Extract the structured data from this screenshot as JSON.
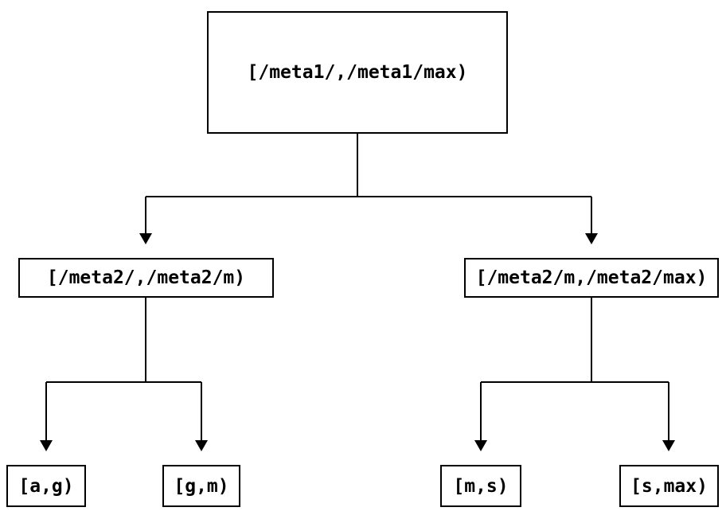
{
  "diagram": {
    "type": "tree",
    "description": "Binary partition tree of key ranges",
    "nodes": {
      "root": {
        "id": "root",
        "label": "[/meta1/,/meta1/max)"
      },
      "mid_left": {
        "id": "mid_left",
        "label": "[/meta2/,/meta2/m)"
      },
      "mid_right": {
        "id": "mid_right",
        "label": "[/meta2/m,/meta2/max)"
      },
      "leaf_ag": {
        "id": "leaf_ag",
        "label": "[a,g)"
      },
      "leaf_gm": {
        "id": "leaf_gm",
        "label": "[g,m)"
      },
      "leaf_ms": {
        "id": "leaf_ms",
        "label": "[m,s)"
      },
      "leaf_smax": {
        "id": "leaf_smax",
        "label": "[s,max)"
      }
    },
    "edges": [
      {
        "from": "root",
        "to": "mid_left"
      },
      {
        "from": "root",
        "to": "mid_right"
      },
      {
        "from": "mid_left",
        "to": "leaf_ag"
      },
      {
        "from": "mid_left",
        "to": "leaf_gm"
      },
      {
        "from": "mid_right",
        "to": "leaf_ms"
      },
      {
        "from": "mid_right",
        "to": "leaf_smax"
      }
    ]
  },
  "colors": {
    "line": "#000000",
    "background": "#ffffff",
    "box_border": "#000000",
    "text": "#000000"
  }
}
